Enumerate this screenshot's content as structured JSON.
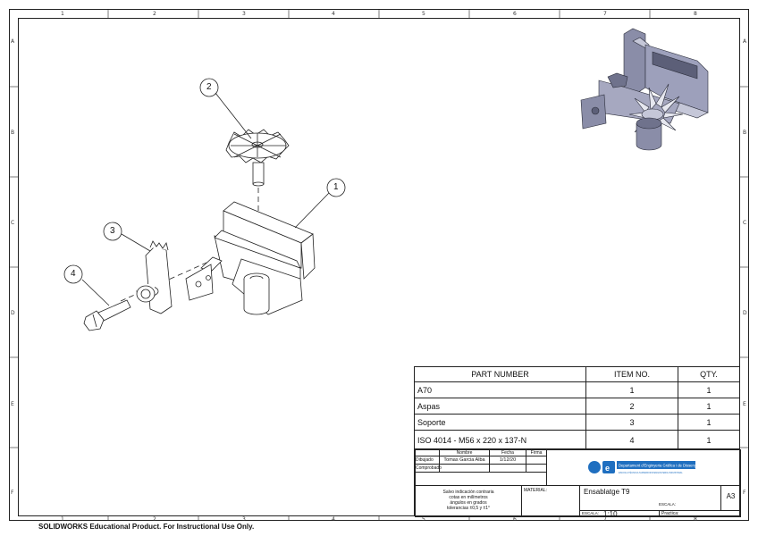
{
  "zones": {
    "columns": [
      "1",
      "2",
      "3",
      "4",
      "5",
      "6",
      "7",
      "8"
    ],
    "rows": [
      "A",
      "B",
      "C",
      "D",
      "E",
      "F"
    ]
  },
  "balloons": [
    "1",
    "2",
    "3",
    "4"
  ],
  "bom": {
    "headers": [
      "PART NUMBER",
      "ITEM NO.",
      "QTY."
    ],
    "rows": [
      {
        "part": "A70",
        "item": "1",
        "qty": "1"
      },
      {
        "part": "Aspas",
        "item": "2",
        "qty": "1"
      },
      {
        "part": "Soporte",
        "item": "3",
        "qty": "1"
      },
      {
        "part": "ISO 4014 - M56 x 220 x 137-N",
        "item": "4",
        "qty": "1"
      }
    ]
  },
  "title_block": {
    "col_nombre": "Nombre",
    "col_fecha": "Fecha",
    "col_firma": "Firma",
    "row_dibujado": "Dibujado",
    "row_comprobado": "Comprobado",
    "author": "Tomas Garcia Alba",
    "date": "1/12/20",
    "note_line1": "Salvo indicación contraria",
    "note_line2": "cotas en milímetros",
    "note_line3": "ángulos en grados",
    "note_line4": "tolerancias ±0,5 y ±1°",
    "material_label": "MATERIAL:",
    "title": "Ensablatge T9",
    "sheet_size": "A3",
    "escala_label": "ESCALA:",
    "escala_label_bottom": "ESCALA:",
    "scale": "1:10",
    "practica_label": "Practica:",
    "dept_name": "Departament d'Enginyeria Gràfica i de Disseny",
    "dept_sub": "ESCOLA TÈCNICA SUPERIOR D'ENGINYERIA INDUSTRIAL"
  },
  "footer": "SOLIDWORKS Educational Product. For Instructional Use Only.",
  "colors": {
    "line": "#222222",
    "part_fill": "#ffffff",
    "iso_body": "#8a8da8",
    "iso_dark": "#5c5f78",
    "iso_light": "#c5c7d8",
    "logo_blue": "#1f6fc0"
  }
}
